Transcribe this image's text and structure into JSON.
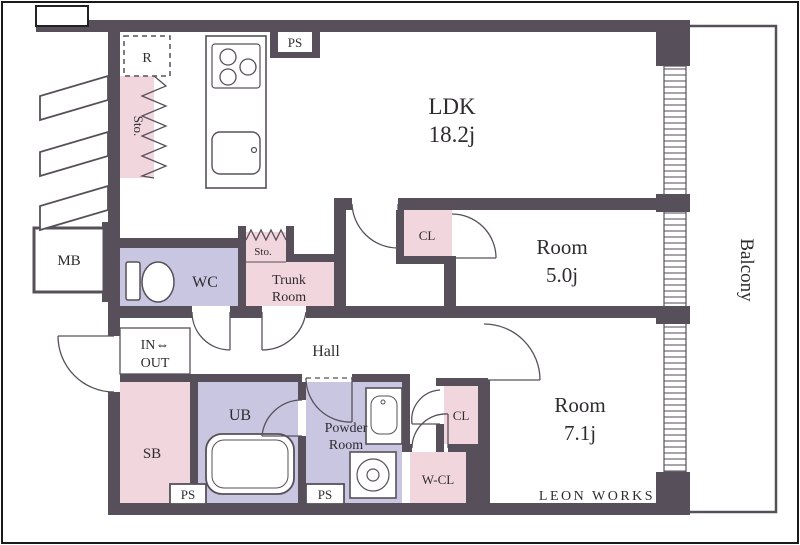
{
  "colors": {
    "wall": "#57505A",
    "pink": "#F2D6DD",
    "lavender": "#C9C6E1",
    "text": "#2F2C2F"
  },
  "plan": {
    "ldk": {
      "name": "LDK",
      "size": "18.2j"
    },
    "room5": {
      "name": "Room",
      "size": "5.0j"
    },
    "room7": {
      "name": "Room",
      "size": "7.1j"
    },
    "balcony": {
      "label": "Balcony"
    },
    "kitchen": {
      "r": "R",
      "ps": "PS",
      "sto": "Sto."
    },
    "mb": {
      "label": "MB"
    },
    "wc": {
      "label": "WC"
    },
    "trunk": {
      "sto": "Sto.",
      "line1": "Trunk",
      "line2": "Room"
    },
    "hall": {
      "label": "Hall"
    },
    "entry": {
      "line1": "IN⇔",
      "line2": "OUT"
    },
    "sb": {
      "label": "SB"
    },
    "ub": {
      "label": "UB"
    },
    "powder": {
      "line1": "Powder",
      "line2": "Room"
    },
    "cl_room5": {
      "label": "CL"
    },
    "cl_room7": {
      "label": "CL"
    },
    "wcl": {
      "label": "W-CL"
    },
    "ps_left": {
      "label": "PS"
    },
    "ps_right": {
      "label": "PS"
    },
    "brand": {
      "label": "LEON WORKS"
    }
  }
}
